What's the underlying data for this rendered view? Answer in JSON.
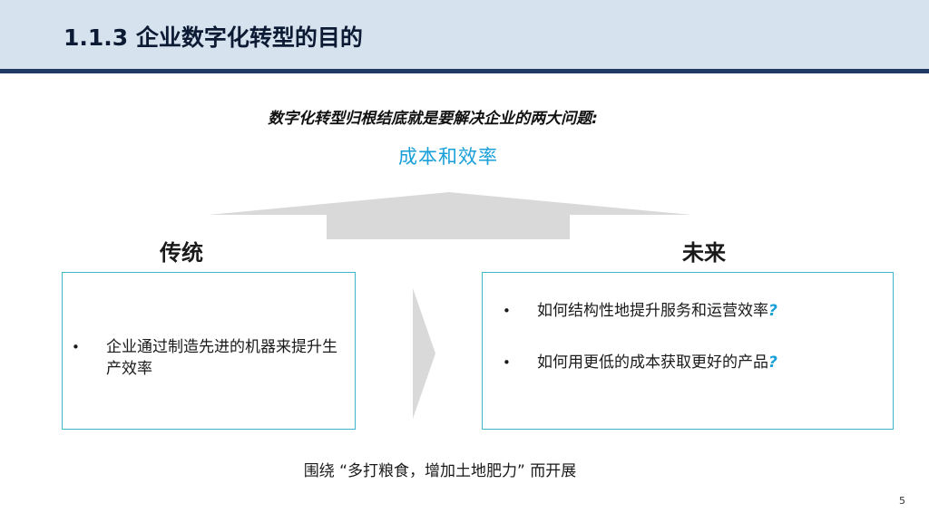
{
  "slide": {
    "title": "1.1.3 企业数字化转型的目的",
    "subtitle": "数字化转型归根结底就是要解决企业的两大问题:",
    "highlight": "成本和效率",
    "traditional": {
      "label": "传统",
      "bullets": [
        "企业通过制造先进的机器来提升生产效率"
      ]
    },
    "future": {
      "label": "未来",
      "bullets": [
        {
          "text": "如何结构性地提升服务和运营效率",
          "mark": "?"
        },
        {
          "text": "如何用更低的成本获取更好的产品",
          "mark": "?"
        }
      ]
    },
    "bullet_symbol": "•",
    "footer_note": "围绕 “多打粮食，增加土地肥力” 而开展",
    "page_number": "5"
  },
  "colors": {
    "header_bg": "#d6e3ef",
    "header_rule": "#1f3864",
    "accent": "#1aa0d8",
    "box_border": "#3fb6c9",
    "shape_gray": "#d9d9d9"
  }
}
